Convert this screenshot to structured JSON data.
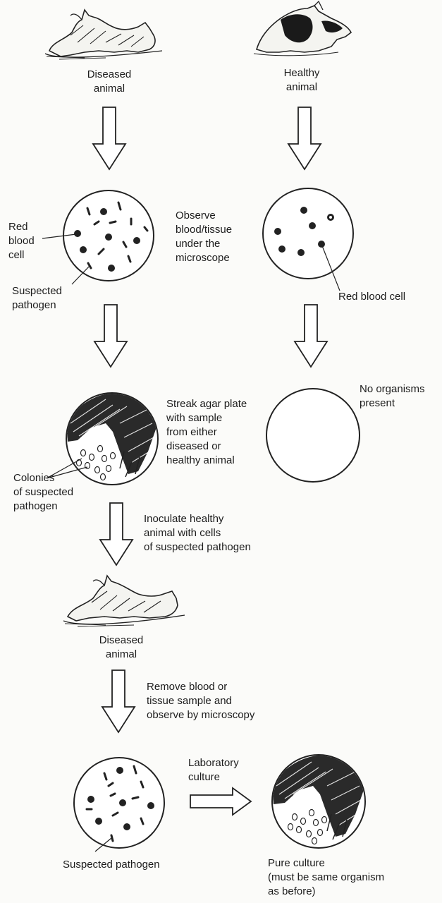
{
  "labels": {
    "diseased_animal_top": "Diseased\nanimal",
    "healthy_animal_top": "Healthy\nanimal",
    "red_blood_cell_left": "Red\nblood\ncell",
    "observe_step": "Observe\nblood/tissue\nunder the\nmicroscope",
    "suspected_pathogen_left": "Suspected\npathogen",
    "red_blood_cell_right": "Red blood cell",
    "streak_step": "Streak agar plate\nwith sample\nfrom either\ndiseased or\nhealthy animal",
    "no_organisms": "No organisms\npresent",
    "colonies": "Colonies\nof suspected\npathogen",
    "inoculate_step": "Inoculate healthy\nanimal with cells\nof suspected pathogen",
    "diseased_animal_bottom": "Diseased\nanimal",
    "remove_step": "Remove blood or\ntissue sample and\nobserve by microscopy",
    "lab_culture": "Laboratory\nculture",
    "suspected_pathogen_bottom": "Suspected pathogen",
    "pure_culture": "Pure culture\n(must be same organism\nas before)"
  }
}
